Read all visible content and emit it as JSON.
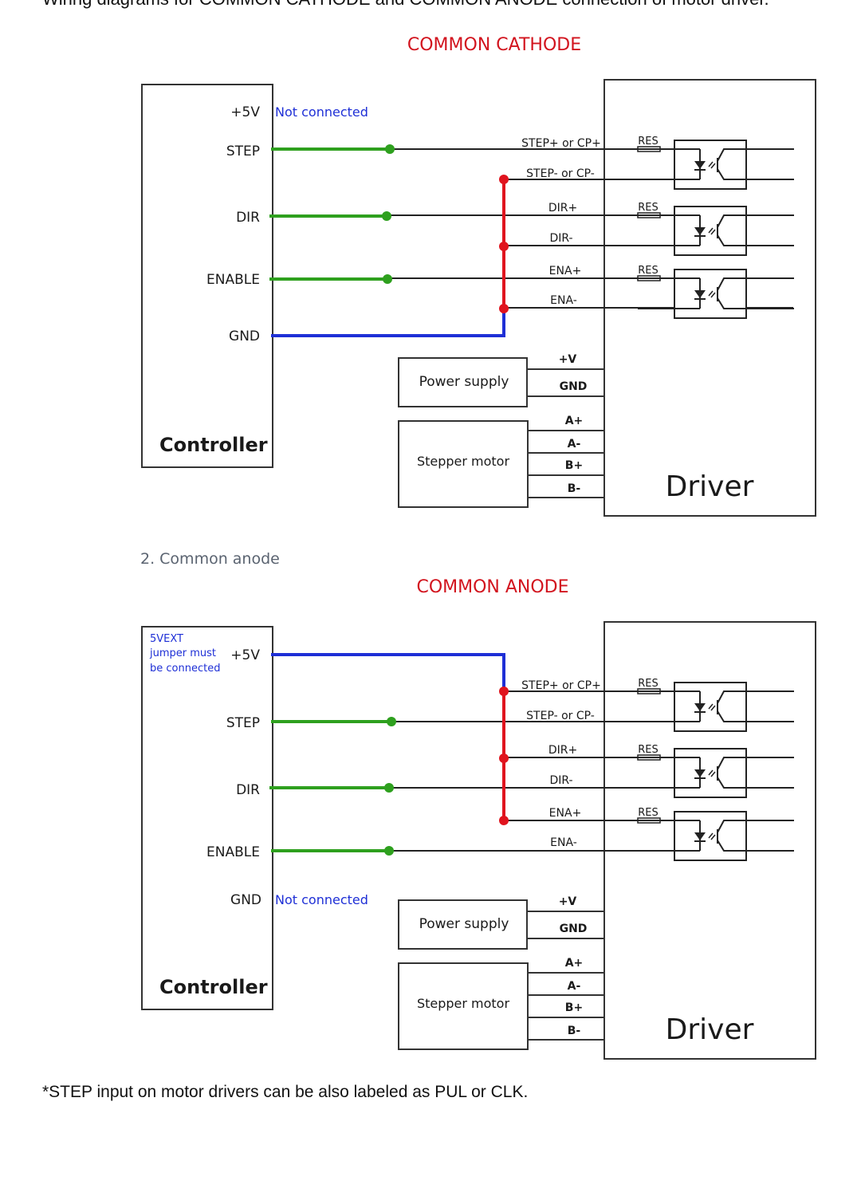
{
  "intro_text": "Wiring diagrams for COMMON CATHODE and COMMON ANODE connection of motor driver.",
  "section2_heading": "2. Common anode",
  "footnote": "*STEP input on motor drivers can be also labeled as PUL or CLK.",
  "colors": {
    "signal_wire": "#2ea01e",
    "common_wire": "#e0141e",
    "supply_wire": "#1e2fd6",
    "title": "#d2141e",
    "note": "#1e2fd6"
  },
  "cathode": {
    "title": "COMMON CATHODE",
    "controller": {
      "name": "Controller",
      "pins": [
        "+5V",
        "STEP",
        "DIR",
        "ENABLE",
        "GND"
      ],
      "note_5v": "Not connected"
    },
    "driver": {
      "name": "Driver",
      "inputs": [
        "STEP+ or CP+",
        "STEP- or CP-",
        "DIR+",
        "DIR-",
        "ENA+",
        "ENA-"
      ],
      "resistor_label": "RES",
      "power_pins": [
        "+V",
        "GND"
      ],
      "motor_pins": [
        "A+",
        "A-",
        "B+",
        "B-"
      ]
    },
    "power_supply": "Power supply",
    "stepper_motor": "Stepper motor"
  },
  "anode": {
    "title": "COMMON ANODE",
    "controller": {
      "name": "Controller",
      "pins": [
        "+5V",
        "STEP",
        "DIR",
        "ENABLE",
        "GND"
      ],
      "note_5v": [
        "5VEXT",
        "jumper must",
        "be connected"
      ],
      "note_gnd": "Not connected"
    },
    "driver": {
      "name": "Driver",
      "inputs": [
        "STEP+ or CP+",
        "STEP- or CP-",
        "DIR+",
        "DIR-",
        "ENA+",
        "ENA-"
      ],
      "resistor_label": "RES",
      "power_pins": [
        "+V",
        "GND"
      ],
      "motor_pins": [
        "A+",
        "A-",
        "B+",
        "B-"
      ]
    },
    "power_supply": "Power supply",
    "stepper_motor": "Stepper motor"
  }
}
